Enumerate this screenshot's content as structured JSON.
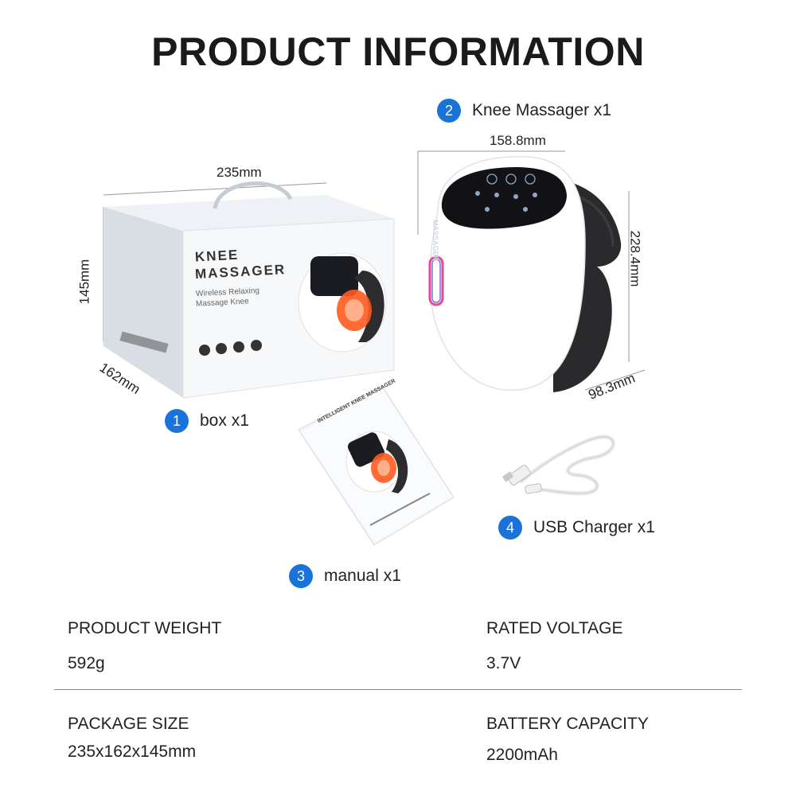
{
  "title": "PRODUCT INFORMATION",
  "items": [
    {
      "num": "1",
      "label": "box x1"
    },
    {
      "num": "2",
      "label": "Knee Massager x1"
    },
    {
      "num": "3",
      "label": "manual x1"
    },
    {
      "num": "4",
      "label": "USB Charger x1"
    }
  ],
  "box_dims": {
    "width": "235mm",
    "height": "145mm",
    "depth": "162mm"
  },
  "device_dims": {
    "width": "158.8mm",
    "height": "228.4mm",
    "depth": "98.3mm"
  },
  "box_print": {
    "title_line1": "KNEE",
    "title_line2": "MASSAGER",
    "subtitle_line1": "Wireless Relaxing",
    "subtitle_line2": "Massage Knee"
  },
  "device_print": "MASSAGER",
  "manual_print": "INTELLIGENT KNEE MASSAGER",
  "specs": [
    {
      "label": "PRODUCT WEIGHT",
      "value": "592g"
    },
    {
      "label": "RATED VOLTAGE",
      "value": "3.7V"
    },
    {
      "label": "PACKAGE SIZE",
      "value": "235x162x145mm"
    },
    {
      "label": "BATTERY CAPACITY",
      "value": "2200mAh"
    }
  ],
  "colors": {
    "accent": "#1a73d9",
    "heat": "#ff5a1f"
  }
}
